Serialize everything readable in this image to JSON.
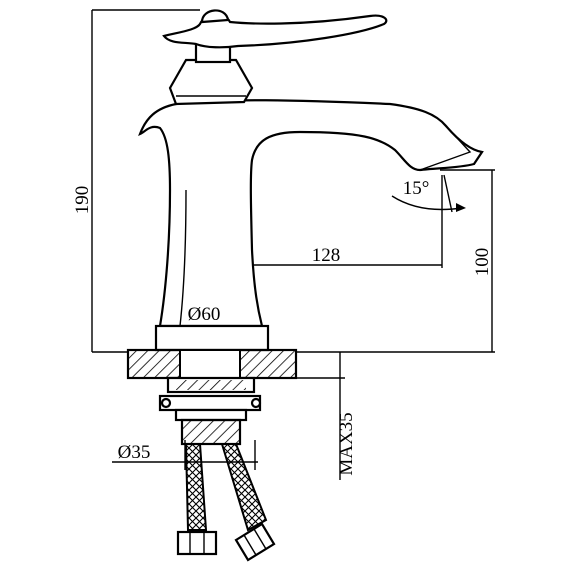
{
  "dimensions": {
    "height_total": "190",
    "spout_height": "100",
    "spout_reach": "128",
    "base_diameter": "Ø60",
    "hose_diameter": "Ø35",
    "max_deck_thickness": "MAX35",
    "spout_angle": "15°"
  }
}
